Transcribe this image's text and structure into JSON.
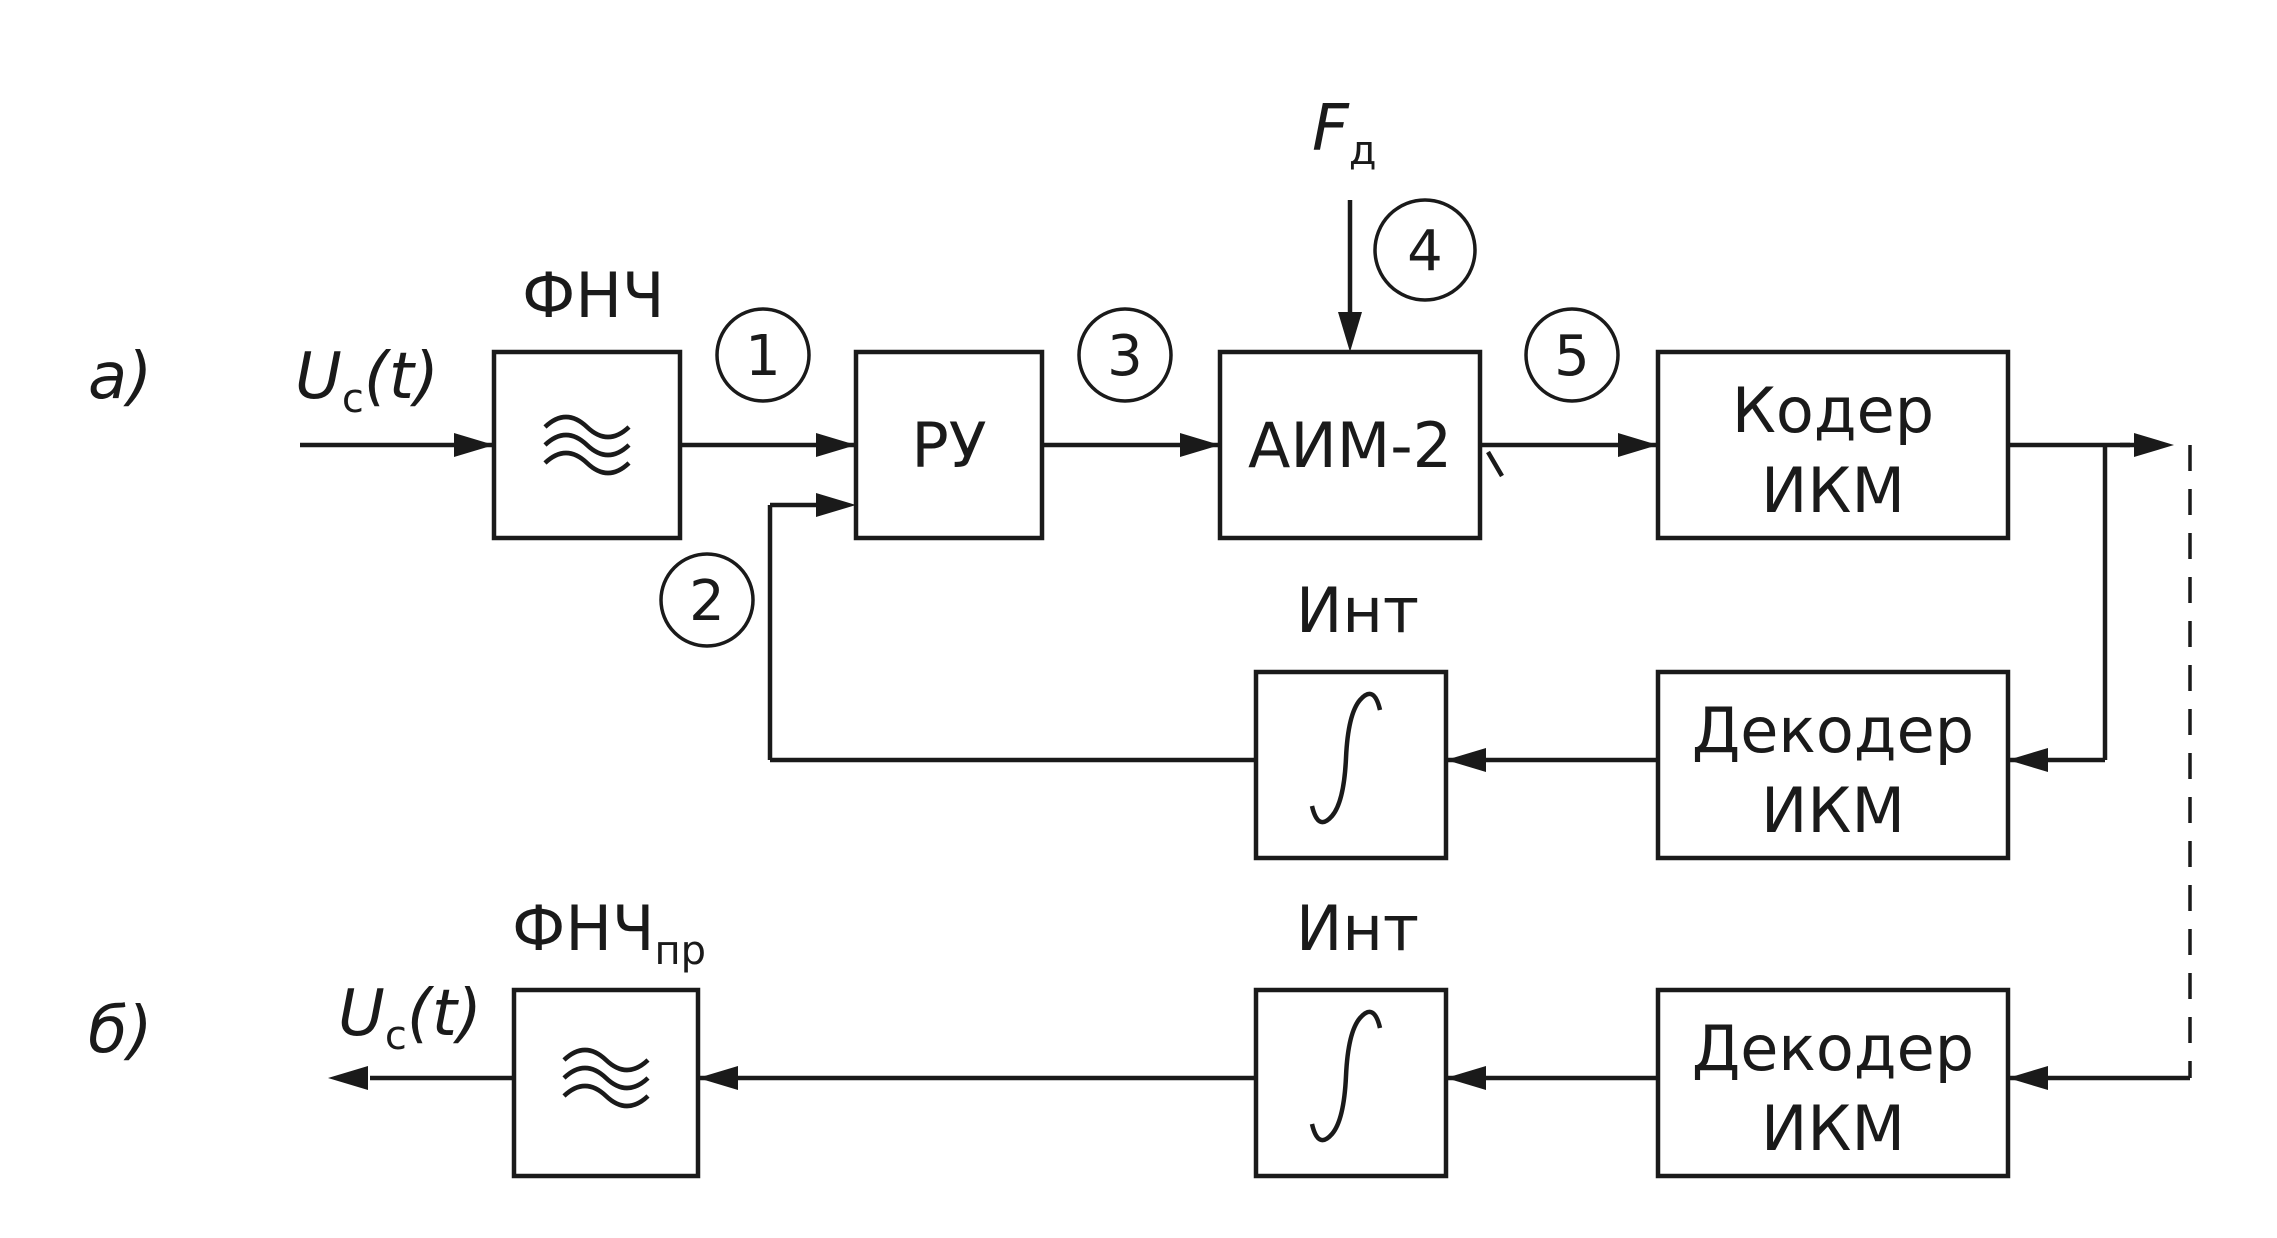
{
  "diagram": {
    "part_a": {
      "label": "а)",
      "input_signal": "U",
      "input_signal_sub": "с",
      "input_signal_arg": "(t)",
      "lpf_title": "ФНЧ",
      "ru_label": "РУ",
      "aim_label": "АИМ-2",
      "sampling_signal": "F",
      "sampling_signal_sub": "д",
      "coder_line1": "Кодер",
      "coder_line2": "ИКМ",
      "integrator_title": "Инт",
      "decoder_line1": "Декодер",
      "decoder_line2": "ИКМ",
      "points": [
        "1",
        "2",
        "3",
        "4",
        "5"
      ]
    },
    "part_b": {
      "label": "б)",
      "output_signal": "U",
      "output_signal_sub": "с",
      "output_signal_arg": "(t)",
      "lpf_title": "ФНЧ",
      "lpf_title_sub": "пр",
      "integrator_title": "Инт",
      "decoder_line1": "Декодер",
      "decoder_line2": "ИКМ"
    },
    "icons": {
      "lpf_symbol": "approx-tilde-icon",
      "integrator_symbol": "integral-icon"
    },
    "colors": {
      "ink": "#1a1a1a",
      "background": "#ffffff"
    }
  }
}
